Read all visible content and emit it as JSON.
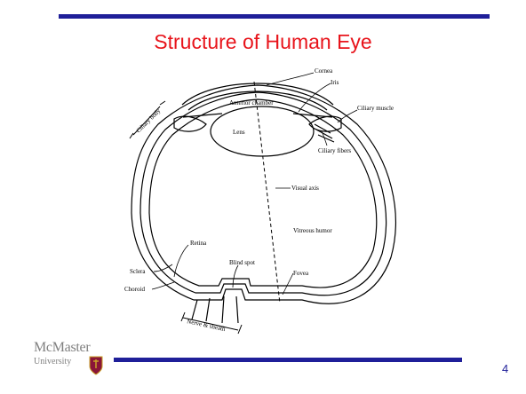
{
  "slide": {
    "title": "Structure of Human Eye",
    "page_number": "4",
    "accent_color": "#1f1f99",
    "title_color": "#e8141b",
    "logo": {
      "name": "McMaster",
      "subtitle": "University"
    }
  },
  "diagram": {
    "labels": {
      "cornea": "Cornea",
      "iris": "Iris",
      "anterior_chamber": "Anterior chamber",
      "ciliary_muscle": "Ciliary muscle",
      "ciliary_body": "Ciliary body",
      "lens": "Lens",
      "ciliary_fibers": "Ciliary fibers",
      "visual_axis": "Visual axis",
      "vitreous_humor": "Vitreous humor",
      "retina": "Retina",
      "blind_spot": "Blind spot",
      "sclera": "Sclera",
      "choroid": "Choroid",
      "fovea": "Fovea",
      "nerve_sheath": "Nerve & sheath"
    }
  }
}
